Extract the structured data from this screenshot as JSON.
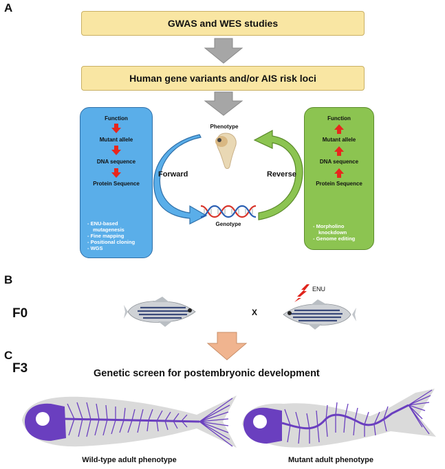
{
  "panels": {
    "a": "A",
    "b": "B",
    "c": "C"
  },
  "panel_a": {
    "top_box": "GWAS and WES studies",
    "second_box": "Human gene variants and/or AIS risk loci",
    "left_box": {
      "items": [
        "Function",
        "Mutant allele",
        "DNA sequence",
        "Protein Sequence"
      ],
      "bullets": [
        "- ENU-based",
        "  mutagenesis",
        "- Fine mapping",
        "- Positional cloning",
        "- WGS"
      ]
    },
    "right_box": {
      "items": [
        "Function",
        "Mutant allele",
        "DNA sequence",
        "Protein Sequence"
      ],
      "bullets": [
        "- Morpholino",
        "  knockdown",
        "- Genome editing"
      ]
    },
    "phenotype_label": "Phenotype",
    "genotype_label": "Genotype",
    "forward_label": "Forward",
    "reverse_label": "Reverse"
  },
  "panel_b": {
    "generation": "F0",
    "cross_symbol": "X",
    "mutagen_label": "ENU"
  },
  "panel_c": {
    "generation": "F3",
    "title": "Genetic screen for postembryonic development",
    "left_caption": "Wild-type adult phenotype",
    "right_caption": "Mutant adult phenotype"
  },
  "colors": {
    "yellow_box": "#f9e6a3",
    "left_box": "#5aaee9",
    "right_box": "#8cc451",
    "gray_arrow": "#a6a6a6",
    "red_arrow": "#e8261c",
    "orange_arrow": "#f0b48f",
    "bone": "#6a3fbf"
  },
  "icons": [
    "down-arrow-icon",
    "up-arrow-icon",
    "curved-arrow-icon",
    "dna-helix-icon",
    "embryo-icon",
    "zebrafish-icon",
    "lightning-icon",
    "skeleton-icon"
  ]
}
